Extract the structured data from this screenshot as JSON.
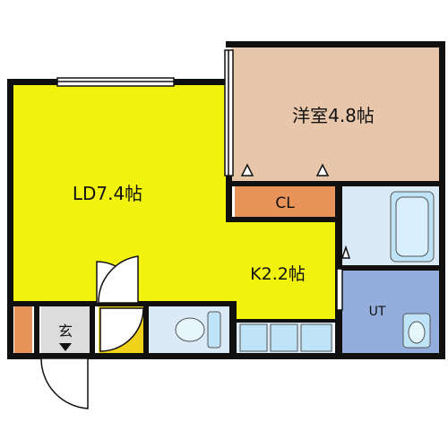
{
  "floorplan": {
    "rooms": [
      {
        "id": "ld",
        "label": "LD7.4帖",
        "color": "#f2f20f"
      },
      {
        "id": "western",
        "label": "洋室4.8帖",
        "color": "#e8c6a9"
      },
      {
        "id": "closet",
        "label": "CL",
        "color": "#e8935a"
      },
      {
        "id": "kitchen",
        "label": "K2.2帖",
        "color": "#f2f20f"
      },
      {
        "id": "utility",
        "label": "UT",
        "color": "#93aedd"
      },
      {
        "id": "entrance",
        "label": "玄",
        "color": "#dcdcdc"
      }
    ],
    "colors": {
      "wall": "#101010",
      "bath": "#dbeaf7",
      "fixture": "#bfe4f7",
      "shoebox": "#e8935a",
      "floor_yellow_accent": "#f0d21a"
    }
  }
}
